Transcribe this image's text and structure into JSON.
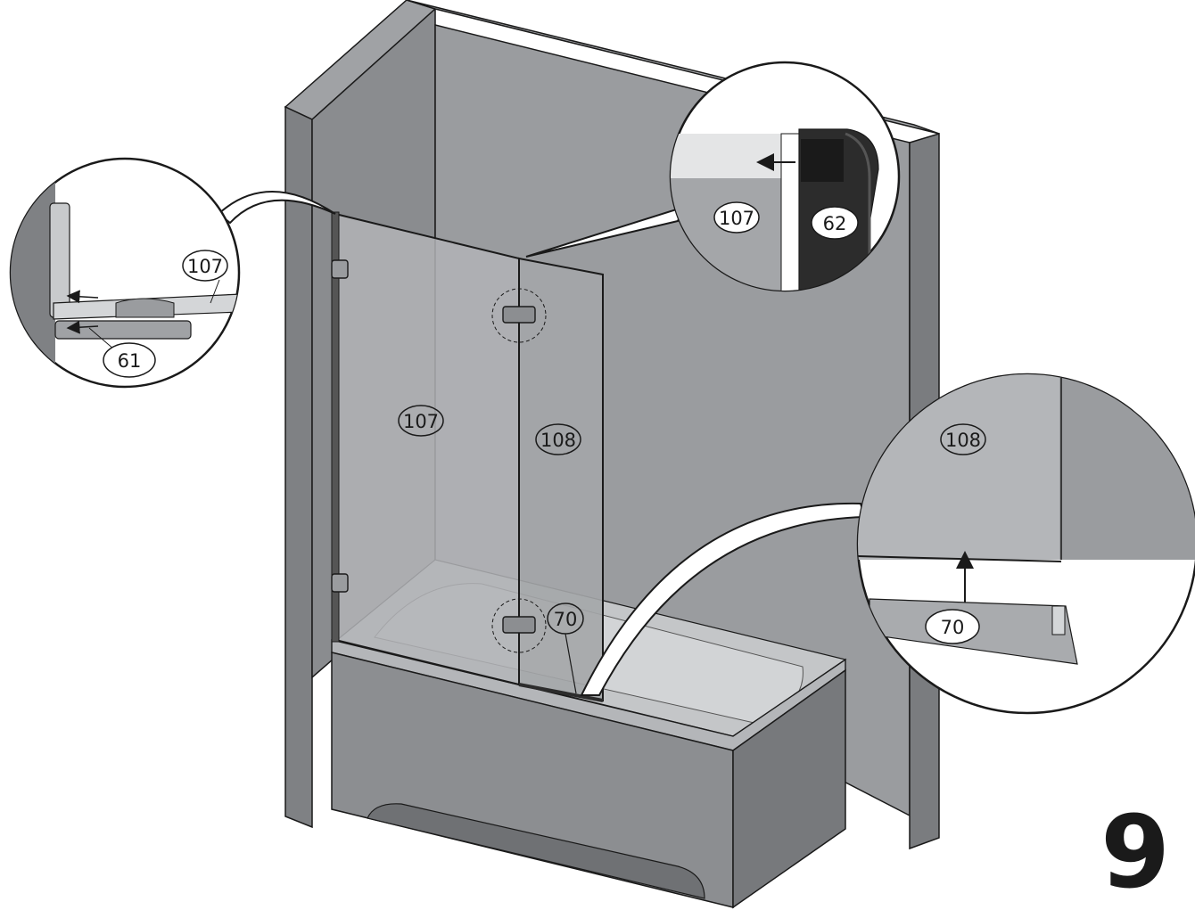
{
  "step_number": "9",
  "labels": {
    "panel_main": "107",
    "panel_fold": "108",
    "seal_bottom": "70",
    "callout_left_panel": "107",
    "callout_left_part": "61",
    "callout_top_panel": "107",
    "callout_top_part": "62",
    "callout_right_panel": "108",
    "callout_right_part": "70"
  },
  "colors": {
    "wall": "#8e9093",
    "wall_dark": "#77797c",
    "glass": "#a9abae",
    "bath": "#929497",
    "outline": "#1a1a1a",
    "seal": "#2c2c2c"
  }
}
